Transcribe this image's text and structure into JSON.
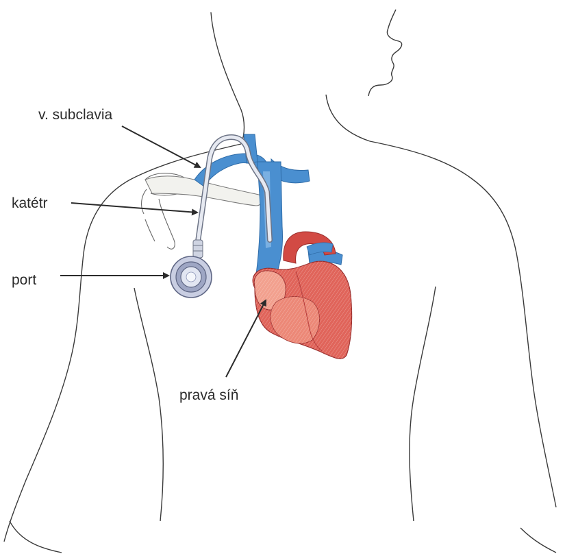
{
  "labels": {
    "subclavia": "v. subclavia",
    "catheter": "katétr",
    "port": "port",
    "right_atrium": "pravá síň"
  },
  "colors": {
    "outline": "#3a3a3a",
    "vein": "#4a8fd0",
    "vein_light": "#86b8e6",
    "heart": "#e0645a",
    "heart_light": "#f2a08e",
    "heart_dark": "#b83c3a",
    "catheter": "#bfc6d6",
    "port_ring": "#8d96b8",
    "port_center": "#dfe3f0",
    "clavicle": "#f2f2ee"
  }
}
